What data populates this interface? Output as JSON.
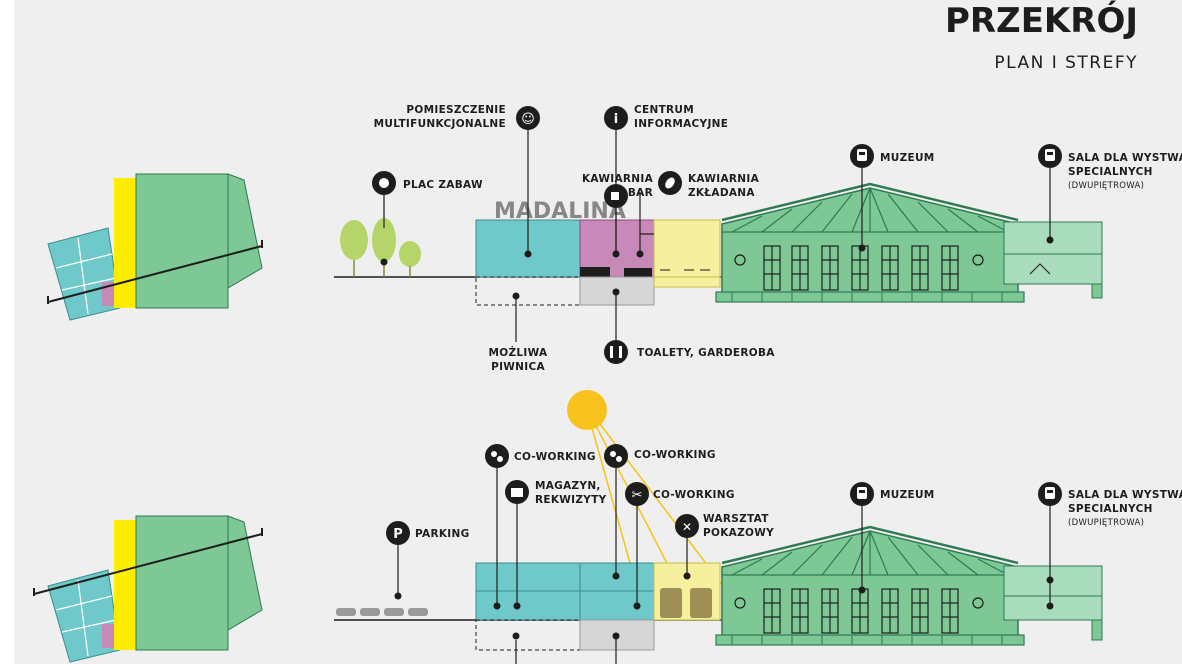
{
  "header": {
    "title": "PRZEKRÓJ",
    "subtitle": "PLAN I STREFY"
  },
  "watermark": "MADALINA",
  "colors": {
    "background": "#efefef",
    "teal": "#6fc8c9",
    "pink": "#c789b8",
    "yellow_light": "#f5ef9e",
    "yellow": "#ffed00",
    "green": "#7dc895",
    "green_dark": "#2f7a53",
    "gray": "#d6d6d6",
    "sun": "#f7c21b",
    "tree": "#b5d56a",
    "ink": "#1d1d1b"
  },
  "top_section": {
    "labels": {
      "multi_line1": "POMIESZCZENIE",
      "multi_line2": "MULTIFUNKCJONALNE",
      "info_line1": "CENTRUM",
      "info_line2": "INFORMACYJNE",
      "playground": "PLAC ZABAW",
      "cafe_bar_line1": "KAWIARNIA",
      "cafe_bar_line2": "BAR",
      "cafe_fold_line1": "KAWIARNIA",
      "cafe_fold_line2": "ZKŁADANA",
      "museum": "MUZEUM",
      "hall_line1": "SALA DLA WYSTWAW",
      "hall_line2": "SPECIALNYCH",
      "hall_note": "(DWUPIĘTROWA)",
      "basement_line1": "MOŻLIWA",
      "basement_line2": "PIWNICA",
      "toilets": "TOALETY, GARDEROBA"
    },
    "icons": [
      "multifunction-icon",
      "info-icon",
      "playground-icon",
      "coffee-icon",
      "leaf-icon",
      "tram-icon",
      "tram-icon",
      "toilet-icon"
    ]
  },
  "bottom_section": {
    "labels": {
      "coworking_a": "CO-WORKING",
      "coworking_b": "CO-WORKING",
      "coworking_c": "CO-WORKING",
      "storage_line1": "MAGAZYN,",
      "storage_line2": "REKWIZYTY",
      "workshop_line1": "WARSZTAT",
      "workshop_line2": "POKAZOWY",
      "parking": "PARKING",
      "parking_symbol": "P",
      "museum": "MUZEUM",
      "hall_line1": "SALA DLA WYSTWAW",
      "hall_line2": "SPECIALNYCH",
      "hall_note": "(DWUPIĘTROWA)"
    },
    "icons": [
      "coworking-icon",
      "coworking-icon",
      "scissors-icon",
      "box-icon",
      "wrench-icon",
      "parking-icon",
      "tram-icon",
      "tram-icon"
    ]
  }
}
